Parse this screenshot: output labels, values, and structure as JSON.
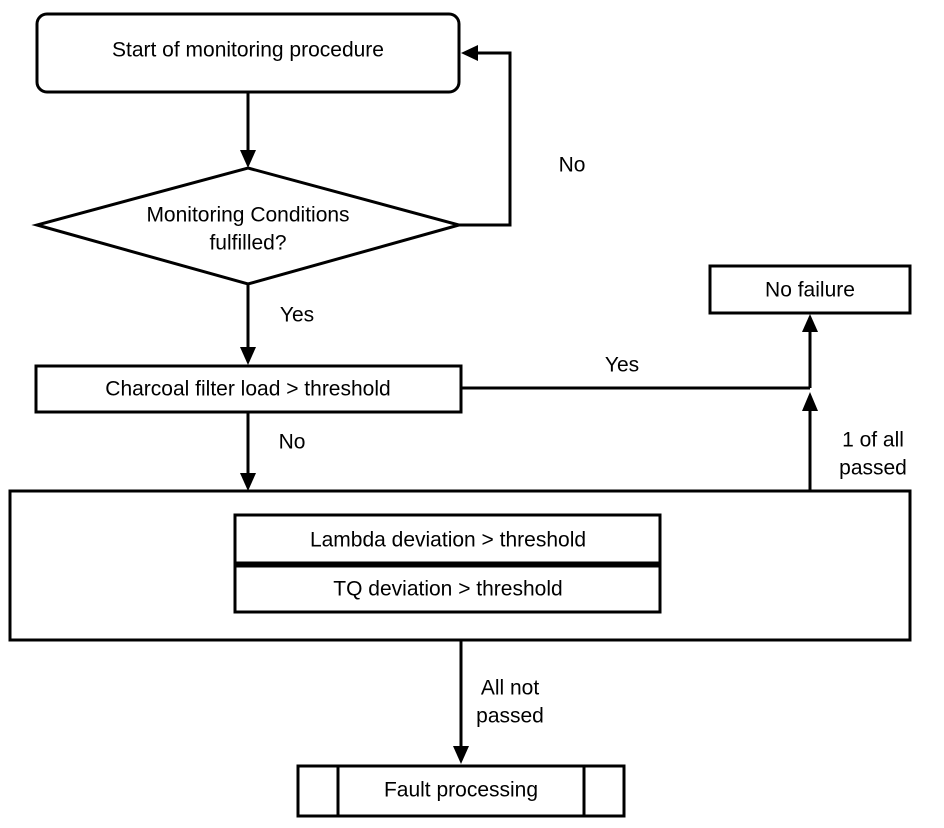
{
  "nodes": {
    "start": "Start of monitoring procedure",
    "condition_line1": "Monitoring Conditions",
    "condition_line2": "fulfilled?",
    "charcoal": "Charcoal filter load > threshold",
    "no_failure": "No failure",
    "lambda": "Lambda deviation > threshold",
    "tq": "TQ deviation > threshold",
    "fault": "Fault processing"
  },
  "edges": {
    "condition_no": "No",
    "condition_yes": "Yes",
    "charcoal_yes": "Yes",
    "charcoal_no": "No",
    "passed_line1": "1 of all",
    "passed_line2": "passed",
    "not_passed_line1": "All not",
    "not_passed_line2": "passed"
  }
}
